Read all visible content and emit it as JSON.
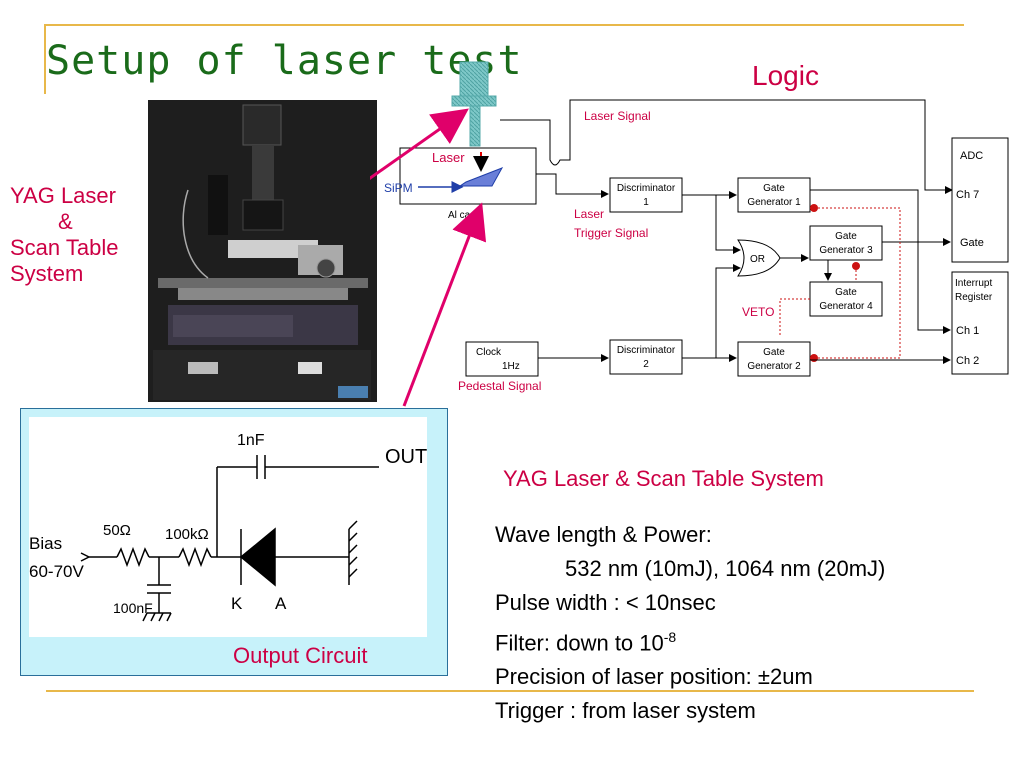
{
  "slide": {
    "title": "Setup of laser test",
    "photo_caption_lines": [
      "YAG Laser",
      "&",
      "Scan Table",
      "System"
    ]
  },
  "logic": {
    "title": "Logic",
    "blocks": {
      "discriminator1": [
        "Discriminator",
        "1"
      ],
      "discriminator2": [
        "Discriminator",
        "2"
      ],
      "gate1": [
        "Gate",
        "Generator 1"
      ],
      "gate2": [
        "Gate",
        "Generator 2"
      ],
      "gate3": [
        "Gate",
        "Generator 3"
      ],
      "gate4": [
        "Gate",
        "Generator 4"
      ],
      "or": "OR",
      "clock": [
        "Clock",
        "1Hz"
      ],
      "adc": [
        "ADC",
        "Ch 7",
        "Gate"
      ],
      "interrupt": [
        "Interrupt",
        "Register",
        "Ch 1",
        "Ch 2"
      ]
    },
    "labels": {
      "laser_signal": "Laser Signal",
      "laser_trigger": [
        "Laser",
        "Trigger Signal"
      ],
      "veto": "VETO",
      "pedestal": "Pedestal Signal",
      "laser": "Laser",
      "sipm": "SiPM",
      "al_case": "Al case"
    }
  },
  "circuit": {
    "caption": "Output Circuit",
    "labels": {
      "c1": "1nF",
      "out": "OUT",
      "r1": "50Ω",
      "r2": "100kΩ",
      "bias": [
        "Bias",
        "60-70V"
      ],
      "c2": "100nF",
      "k": "K",
      "a": "A"
    }
  },
  "specs": {
    "heading": "YAG Laser & Scan Table System",
    "line1": "Wave length & Power:",
    "line2": "532 nm (10mJ), 1064 nm (20mJ)",
    "line3": "Pulse width :  < 10nsec",
    "line4_prefix": "Filter:  down to 10",
    "line4_sup": "-8",
    "line5": "Precision of laser position: ±2um",
    "line6": "Trigger :  from laser system"
  },
  "colors": {
    "accent_red": "#cc0044",
    "title_green": "#1a6b1a",
    "rule_gold": "#e8b84a",
    "circuit_bg": "#c7f2fa"
  }
}
